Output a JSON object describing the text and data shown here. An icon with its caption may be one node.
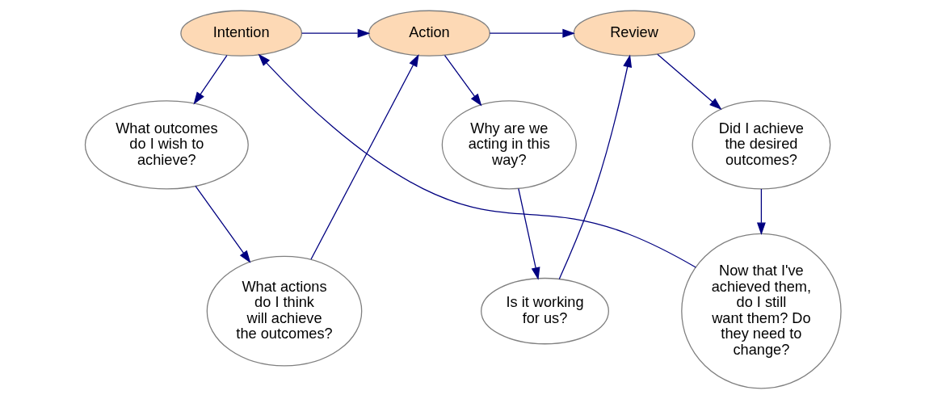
{
  "diagram": {
    "nodes": [
      {
        "text": [
          "Intention"
        ]
      },
      {
        "text": [
          "Action"
        ]
      },
      {
        "text": [
          "Review"
        ]
      },
      {
        "text": [
          "What outcomes do I wish to achieve?"
        ]
      },
      {
        "text": [
          "What actions do I think will achieve the outcomes?"
        ]
      },
      {
        "text": [
          "Why are we acting in this way?"
        ]
      },
      {
        "text": [
          "Is it working for us?"
        ]
      },
      {
        "text": [
          "Did I achieve the desired outcomes?"
        ]
      },
      {
        "text": [
          "Now that I've achieved them, do I still want them? Do they need to change?"
        ]
      }
    ],
    "edges": [
      {
        "from": 0,
        "to": 1,
        "arrow": "to"
      },
      {
        "from": 1,
        "to": 2,
        "arrow": "to"
      },
      {
        "from": 0,
        "to": 3,
        "arrow": "to"
      },
      {
        "from": 3,
        "to": 4,
        "arrow": "to"
      },
      {
        "from": 4,
        "to": 1,
        "arrow": "to"
      },
      {
        "from": 1,
        "to": 5,
        "arrow": "to"
      },
      {
        "from": 5,
        "to": 6,
        "arrow": "to"
      },
      {
        "from": 6,
        "to": 2,
        "arrow": "to"
      },
      {
        "from": 2,
        "to": 7,
        "arrow": "to"
      },
      {
        "from": 7,
        "to": 8,
        "arrow": "to"
      },
      {
        "from": 8,
        "to": 0,
        "arrow": "to"
      }
    ]
  }
}
